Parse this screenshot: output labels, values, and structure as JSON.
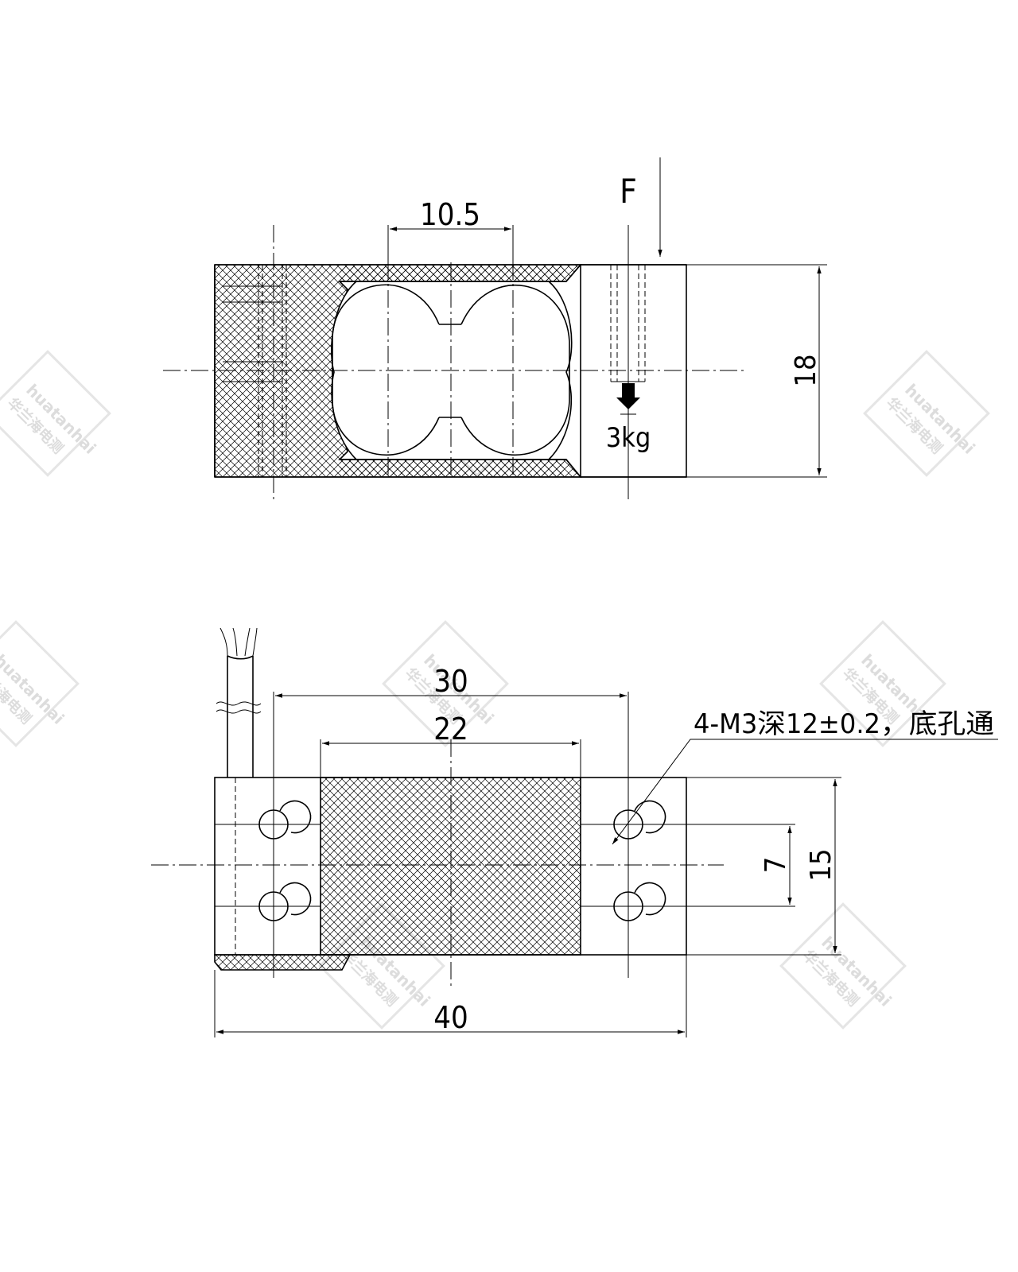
{
  "top_view": {
    "force_label": "F",
    "load_label": "3kg",
    "dim_center_spacing": "10.5",
    "dim_height": "18"
  },
  "bottom_view": {
    "dim_hole_spacing": "30",
    "dim_pad_width": "22",
    "dim_length": "40",
    "dim_hole_pitch": "7",
    "dim_width": "15",
    "hole_note": "4-M3深12±0.2，底孔通"
  },
  "watermark": {
    "brand_text": "huatanhai",
    "brand_cn": "华兰海电测"
  },
  "colors": {
    "line": "#000000",
    "watermark": "#d8d8d8"
  }
}
